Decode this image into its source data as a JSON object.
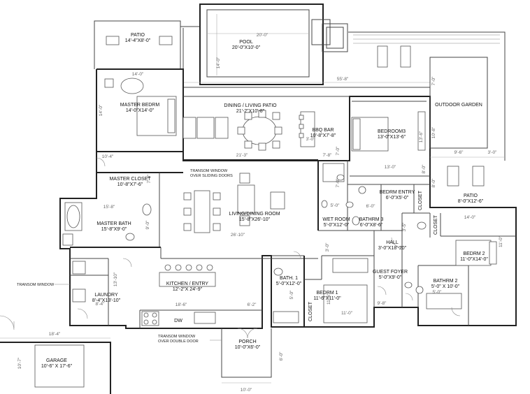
{
  "rooms": [
    {
      "id": "patio-top",
      "name": "PATIO",
      "dims": "14'-4\"X8'-0\""
    },
    {
      "id": "pool",
      "name": "POOL",
      "dims": "20'-0\"X10'-0\""
    },
    {
      "id": "master-bedrm",
      "name": "MASTER BEDRM",
      "dims": "14'-0\"X14'-0\""
    },
    {
      "id": "dining-patio",
      "name": "DINING / LIVING PATIO",
      "dims": "21'-2\"X10'-8\""
    },
    {
      "id": "bbq-bar",
      "name": "BBQ BAR",
      "dims": "10'-8\"X7'-8\""
    },
    {
      "id": "bedroom3",
      "name": "BEDROOM3",
      "dims": "13'-0\"X13'-6\""
    },
    {
      "id": "outdoor-garden",
      "name": "OUTDOOR GARDEN",
      "dims": ""
    },
    {
      "id": "master-closet",
      "name": "MASTER CLOSET",
      "dims": "10'-8\"X7'-6\""
    },
    {
      "id": "wet-room",
      "name": "WET ROOM",
      "dims": "5'-0\"X12'-0\""
    },
    {
      "id": "bathrm3",
      "name": "BATHRM 3",
      "dims": "6'-0\"X8'-6\""
    },
    {
      "id": "bedrm-entry",
      "name": "BEDRM ENTRY",
      "dims": "6'-0\"X5'-0\""
    },
    {
      "id": "patio-right",
      "name": "PATIO",
      "dims": "8'-0\"X12'-6\""
    },
    {
      "id": "living-dining",
      "name": "LIVING/DINING ROOM",
      "dims": "15'-8\"X26'-10\""
    },
    {
      "id": "master-bath",
      "name": "MASTER BATH",
      "dims": "15'-8\"X9'-0\""
    },
    {
      "id": "hall",
      "name": "HALL",
      "dims": "3'-0\"X18'-20\""
    },
    {
      "id": "bedrm2",
      "name": "BEDRM 2",
      "dims": "11'-0\"X14'-0\""
    },
    {
      "id": "guest-foyer",
      "name": "GUEST FOYER",
      "dims": "5'-0\"X9'-0\""
    },
    {
      "id": "bath1",
      "name": "BATH. 1",
      "dims": "5'-0\"X12'-0\""
    },
    {
      "id": "bedrm1",
      "name": "BEDRM 1",
      "dims": "11'-6\"X11'-0\""
    },
    {
      "id": "bathrm2",
      "name": "BATHRM 2",
      "dims": "5'-0\" X 10'-0\""
    },
    {
      "id": "kitchen",
      "name": "KITCHEN / ENTRY",
      "dims": "12'-2\"X 24'-9\""
    },
    {
      "id": "laundry",
      "name": "LAUNDRY",
      "dims": "8'-4\"X13'-10\""
    },
    {
      "id": "porch",
      "name": "PORCH",
      "dims": "10'-0\"X6'-0\""
    },
    {
      "id": "garage",
      "name": "GARAGE",
      "dims": "10'-6\" X 17'-6\""
    }
  ],
  "labels": {
    "closet_a": "CLOSET",
    "closet_b": "CLOSET",
    "closet_c": "CLOSET",
    "dw": "DW",
    "transom_sliding_1": "TRANSOM WINDOW",
    "transom_sliding_2": "OVER SLIDING DOORS",
    "transom_laundry": "TRANSOM WINDOW",
    "transom_double_1": "TRANSOM WINDOW",
    "transom_double_2": "OVER DOUBLE DOOR"
  },
  "dimensions": {
    "pool_w": "20'-0\"",
    "pool_side": "14'-0\"",
    "master_w": "14'-0\"",
    "master_h": "14'-0\"",
    "overall_top": "55'-8\"",
    "patio_21": "21'-3\"",
    "bbq_78": "7'-8\"",
    "bbq_30": "3'-0\"",
    "bed3_w": "13'-0\"",
    "bed3_h": "13'-6\"",
    "bed3_side": "7'-0\"",
    "garden_96": "9'-6\"",
    "garden_30": "3'-0\"",
    "garden_70": "7'-0\"",
    "garden_108": "10'-8\"",
    "garden_80": "8'-0\"",
    "closet_104": "10'-4\"",
    "closet_76": "7'-6\"",
    "mbath_158": "15'-8\"",
    "mbath_90": "9'-0\"",
    "wet_50": "5'-0\"",
    "wet_70": "7'-0\"",
    "bath3_60": "6'-0\"",
    "living_2610": "26'-10\"",
    "bedrm2_140": "14'-0\"",
    "bedrm2_110": "11'-0\"",
    "hall_30": "3'-0\"",
    "guest_98": "9'-8\"",
    "bed1_116": "11'-6\"",
    "bed1_110": "11'-0\"",
    "bath1_50": "5'-0\"",
    "kitchen_186": "18'-6\"",
    "kitchen_62": "6'-2\"",
    "laundry_84": "8'-4\"",
    "laundry_1310": "13'-10\"",
    "porch_100": "10'-0\"",
    "porch_60": "6'-0\"",
    "garage_184": "18'-4\"",
    "garage_107": "10'-7\"",
    "ext_35": "3'-5\"",
    "bath2_50": "5'-0\"",
    "bed3_e": "8'-0\""
  }
}
